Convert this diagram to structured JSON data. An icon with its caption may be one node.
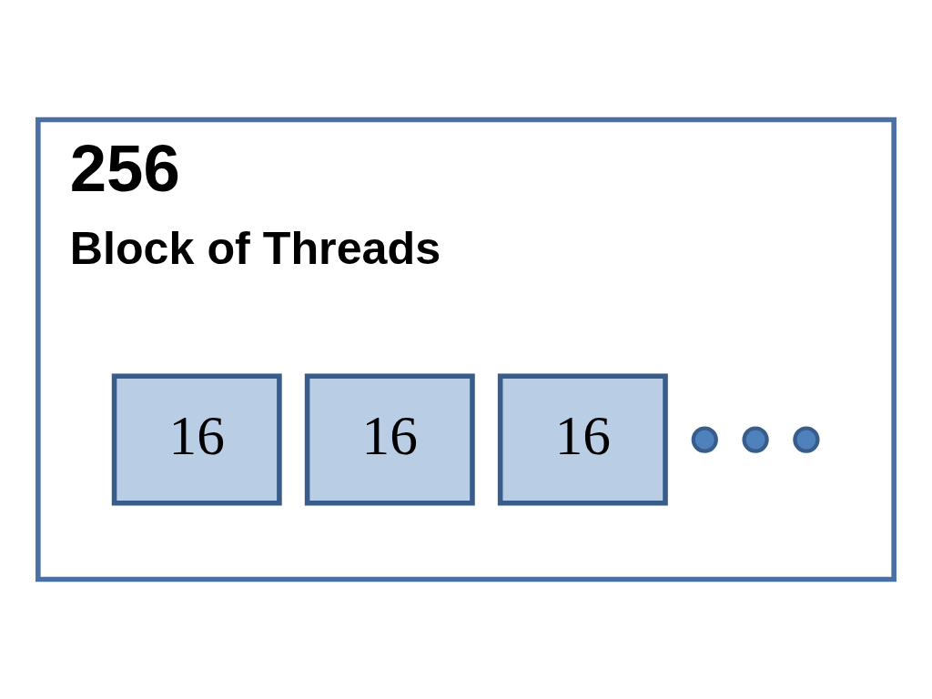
{
  "diagram": {
    "nodes": [
      {
        "text": [
          "256",
          "Block of Threads"
        ]
      },
      {
        "text": [
          "16"
        ],
        "in": 0
      },
      {
        "text": [
          "16"
        ],
        "in": 0
      },
      {
        "text": [
          "16"
        ],
        "in": 0
      },
      {
        "text": [],
        "shape": "circle",
        "in": 0
      },
      {
        "text": [],
        "shape": "circle",
        "in": 0
      },
      {
        "text": [],
        "shape": "circle",
        "in": 0
      }
    ],
    "edges": []
  }
}
